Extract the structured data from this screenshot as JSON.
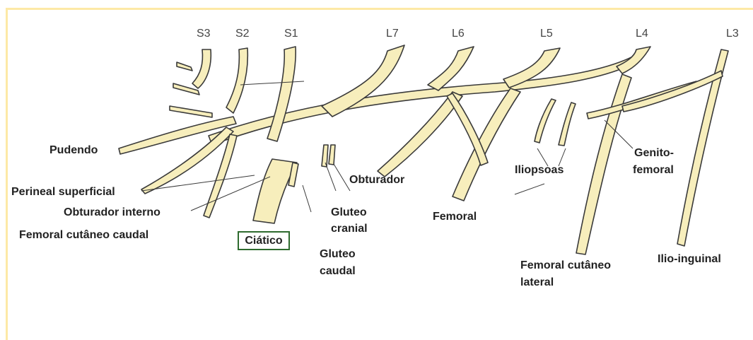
{
  "roots": [
    "S3",
    "S2",
    "S1",
    "L7",
    "L6",
    "L5",
    "L4",
    "L3"
  ],
  "labels": {
    "pudendo": "Pudendo",
    "perineal": "Perineal superficial",
    "obturador_interno": "Obturador interno",
    "femoral_cutaneo_caudal": "Femoral cutâneo caudal",
    "ciatico": "Ciático",
    "gluteo_caudal_1": "Gluteo",
    "gluteo_caudal_2": "caudal",
    "gluteo_cranial_1": "Gluteo",
    "gluteo_cranial_2": "cranial",
    "obturador": "Obturador",
    "femoral": "Femoral",
    "iliopsoas": "Iliopsoas",
    "femoral_cutaneo_lateral_1": "Femoral cutâneo",
    "femoral_cutaneo_lateral_2": "lateral",
    "genitofemoral_1": "Genito-",
    "genitofemoral_2": "femoral",
    "ilio_inguinal": "Ilio-inguinal"
  },
  "colors": {
    "nerve": "#f7eebc",
    "outline": "#3a3a3a",
    "highlight_box": "#2e6b2e",
    "frame": "#fde9a6"
  }
}
